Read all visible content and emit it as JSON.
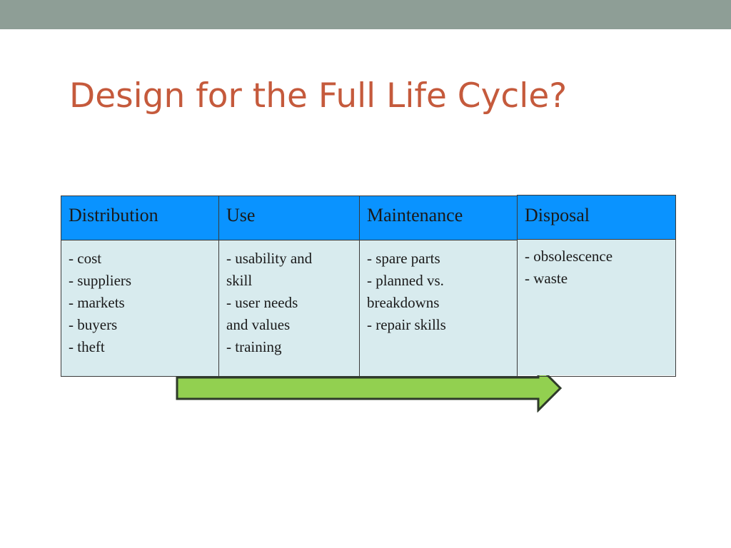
{
  "slide": {
    "title": "Design for the Full Life Cycle?"
  },
  "colors": {
    "title": "#c55a3c",
    "header_fill": "#0a93ff",
    "body_fill": "#d8ebee",
    "arrow_fill": "#92d050",
    "top_bar": "#8e9e96"
  },
  "columns": [
    {
      "header": "Distribution",
      "lines": [
        "- cost",
        "- suppliers",
        "- markets",
        "- buyers",
        "- theft"
      ]
    },
    {
      "header": "Use",
      "lines": [
        "- usability and",
        "skill",
        "- user needs",
        "and values",
        "- training"
      ]
    },
    {
      "header": "Maintenance",
      "lines": [
        "- spare parts",
        "- planned vs.",
        "breakdowns",
        "- repair skills"
      ]
    },
    {
      "header": "Disposal",
      "lines": [
        "- obsolescence",
        "- waste"
      ]
    }
  ]
}
